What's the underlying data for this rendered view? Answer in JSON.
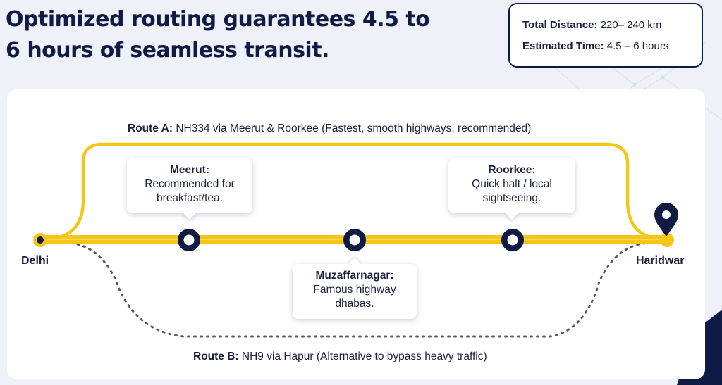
{
  "headline": {
    "line1": "Optimized routing guarantees 4.5 to",
    "line2": "6 hours of seamless transit."
  },
  "info_box": {
    "distance_label": "Total Distance:",
    "distance_value": "220– 240 km",
    "time_label": "Estimated Time:",
    "time_value": "4.5 – 6 hours"
  },
  "route_a": {
    "label": "Route A:",
    "description": "NH334 via Meerut & Roorkee (Fastest, smooth highways, recommended)"
  },
  "route_b": {
    "label": "Route B:",
    "description": "NH9 via Hapur (Alternative to bypass heavy traffic)"
  },
  "endpoints": {
    "start": "Delhi",
    "end": "Haridwar"
  },
  "stops": [
    {
      "name": "Meerut:",
      "line1": "Recommended for",
      "line2": "breakfast/tea."
    },
    {
      "name": "Muzaffarnagar:",
      "line1": "Famous highway",
      "line2": "dhabas."
    },
    {
      "name": "Roorkee:",
      "line1": "Quick halt / local",
      "line2": "sightseeing."
    }
  ],
  "colors": {
    "route_a": "#f5c518",
    "node": "#0f1a45",
    "route_b": "#555a66",
    "card": "#ffffff",
    "background": "#eef1f7"
  }
}
